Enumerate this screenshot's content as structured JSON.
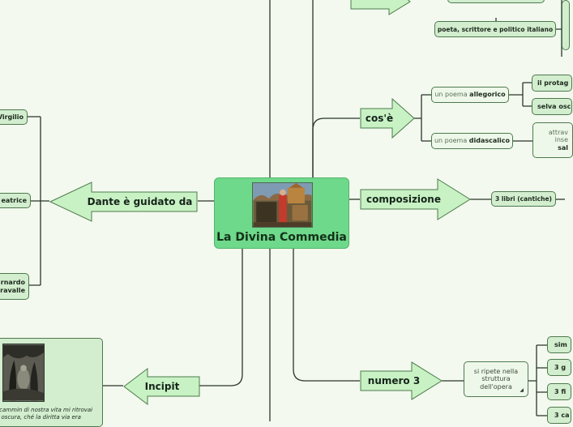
{
  "central": {
    "title": "La Divina Commedia"
  },
  "branches": {
    "dante_guidato": "Dante è guidato da",
    "incipit": "Incipit",
    "cos_e": "cos'è",
    "composizione": "composizione",
    "numero3": "numero 3"
  },
  "guides": [
    "Virgilio",
    "eatrice",
    "rnardo",
    "ravalle"
  ],
  "top_right": {
    "poeta": "poeta, scrittore e politico italiano"
  },
  "cos_e_children": {
    "poema_allegorico_prefix": "un poema ",
    "poema_allegorico_bold": "allegorico",
    "poema_didascalico_prefix": "un poema ",
    "poema_didascalico_bold": "didascalico",
    "il_protag": "il protag",
    "selva_osc": "selva osc",
    "attra_1": "attrav",
    "attra_2": "inse",
    "attra_3": "sal"
  },
  "composizione_children": {
    "libri": "3 libri (cantiche)"
  },
  "numero3_children": {
    "si_ripete_1": "si ripete nella",
    "si_ripete_2": "struttura",
    "si_ripete_3": "dell'opera",
    "items": [
      "sim",
      "3 g",
      "3 fi",
      "3 ca"
    ]
  },
  "incipit_text": {
    "line1": "l cammin di nostra vita mi ritrovai",
    "line2": "a oscura, ché la diritta via era"
  },
  "colors": {
    "background": "#f3f9ee",
    "central": "#6ed98a",
    "node": "#d3edcf",
    "arrow": "#c8f2c4",
    "line": "#2a352a"
  }
}
